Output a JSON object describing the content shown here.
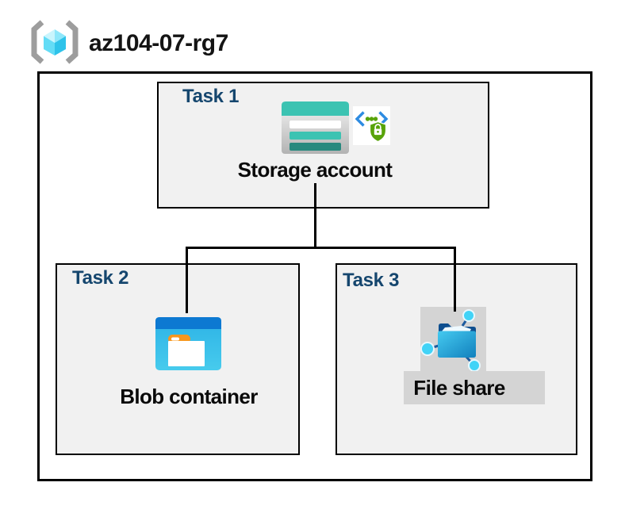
{
  "header": {
    "resource_group_name": "az104-07-rg7",
    "icon": "resource-group-icon"
  },
  "tasks": [
    {
      "label": "Task 1",
      "resource": "Storage account",
      "icons": [
        "storage-account-icon",
        "secure-endpoint-shield-icon"
      ]
    },
    {
      "label": "Task 2",
      "resource": "Blob container",
      "icons": [
        "blob-container-icon"
      ]
    },
    {
      "label": "Task 3",
      "resource": "File share",
      "icons": [
        "file-share-icon"
      ],
      "highlighted": true
    }
  ],
  "connections": [
    {
      "from": "Storage account",
      "to": "Blob container"
    },
    {
      "from": "Storage account",
      "to": "File share"
    }
  ],
  "colors": {
    "task_label": "#15466e",
    "box_fill": "#f1f1f1",
    "box_border": "#000000",
    "connector": "#000000",
    "gray_highlight": "#d4d4d4",
    "storage_teal": "#3cc3b2",
    "storage_teal_dark": "#27897e",
    "blob_header_blue": "#0d79d2",
    "blob_body_blue": "#35bce9",
    "folder_orange": "#f8971d",
    "fileshare_folder_blue": "#1787c5",
    "fileshare_node_cyan": "#41d3f7",
    "fileshare_line_navy": "#1c5b9e",
    "endpoint_chevron_blue": "#2d8be1",
    "endpoint_green": "#58a30a",
    "rg_bracket_gray": "#9d9d9d",
    "rg_cube_cyan": "#63dcf6"
  }
}
